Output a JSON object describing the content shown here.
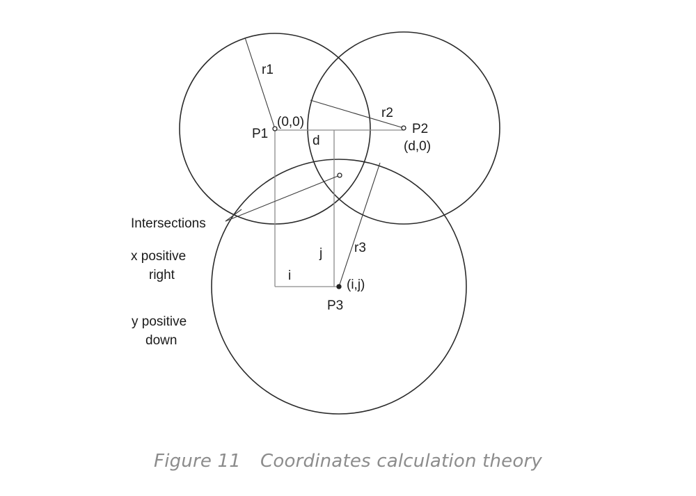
{
  "figure": {
    "number": "Figure 11",
    "title": "Coordinates calculation theory"
  },
  "labels": {
    "r1": "r1",
    "r2": "r2",
    "r3": "r3",
    "p1": "P1",
    "p1_coord": "(0,0)",
    "p2": "P2",
    "p2_coord": "(d,0)",
    "p3": "P3",
    "p3_coord": "(i,j)",
    "d": "d",
    "i": "i",
    "j": "j",
    "intersections": "Intersections",
    "x_positive_line1": "x positive",
    "x_positive_line2": "right",
    "y_positive_line1": "y positive",
    "y_positive_line2": "down"
  }
}
